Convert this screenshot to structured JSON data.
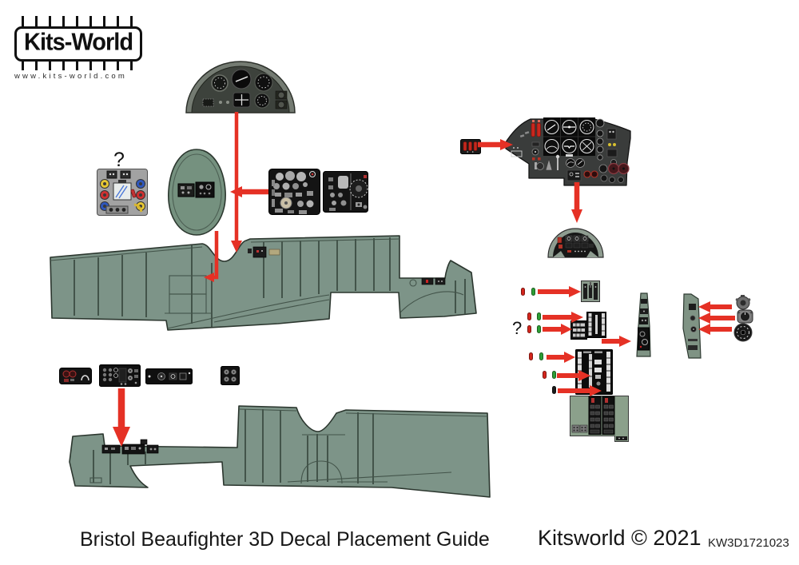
{
  "logo": {
    "brand": "Kits-World",
    "url": "www.kits-world.com"
  },
  "annotations": {
    "unknown_left": "?",
    "unknown_right": "?"
  },
  "footer": {
    "title": "Bristol Beaufighter 3D Decal Placement Guide",
    "brand": "Kitsworld © 2021",
    "code": "KW3D1721023"
  },
  "colors": {
    "arrow_red": "#e53125",
    "fuselage_green": "#7d9488",
    "fuselage_outline": "#2b362e",
    "fuselage_line": "#43544a",
    "oval_green": "#75917f",
    "console_green": "#7f9384",
    "dome_rim": "#747b72",
    "dome_face": "#3d423c",
    "small_dome_rim": "#8e9c90",
    "panel_gray": "#3a3c3b",
    "decal_black": "#141414",
    "pill_red": "#d3251c",
    "pill_green": "#2e9e35",
    "pill_black": "#1a1a1a",
    "knob_yellow": "#e7c733",
    "knob_red": "#cf3030",
    "knob_blue": "#2f57bd"
  }
}
